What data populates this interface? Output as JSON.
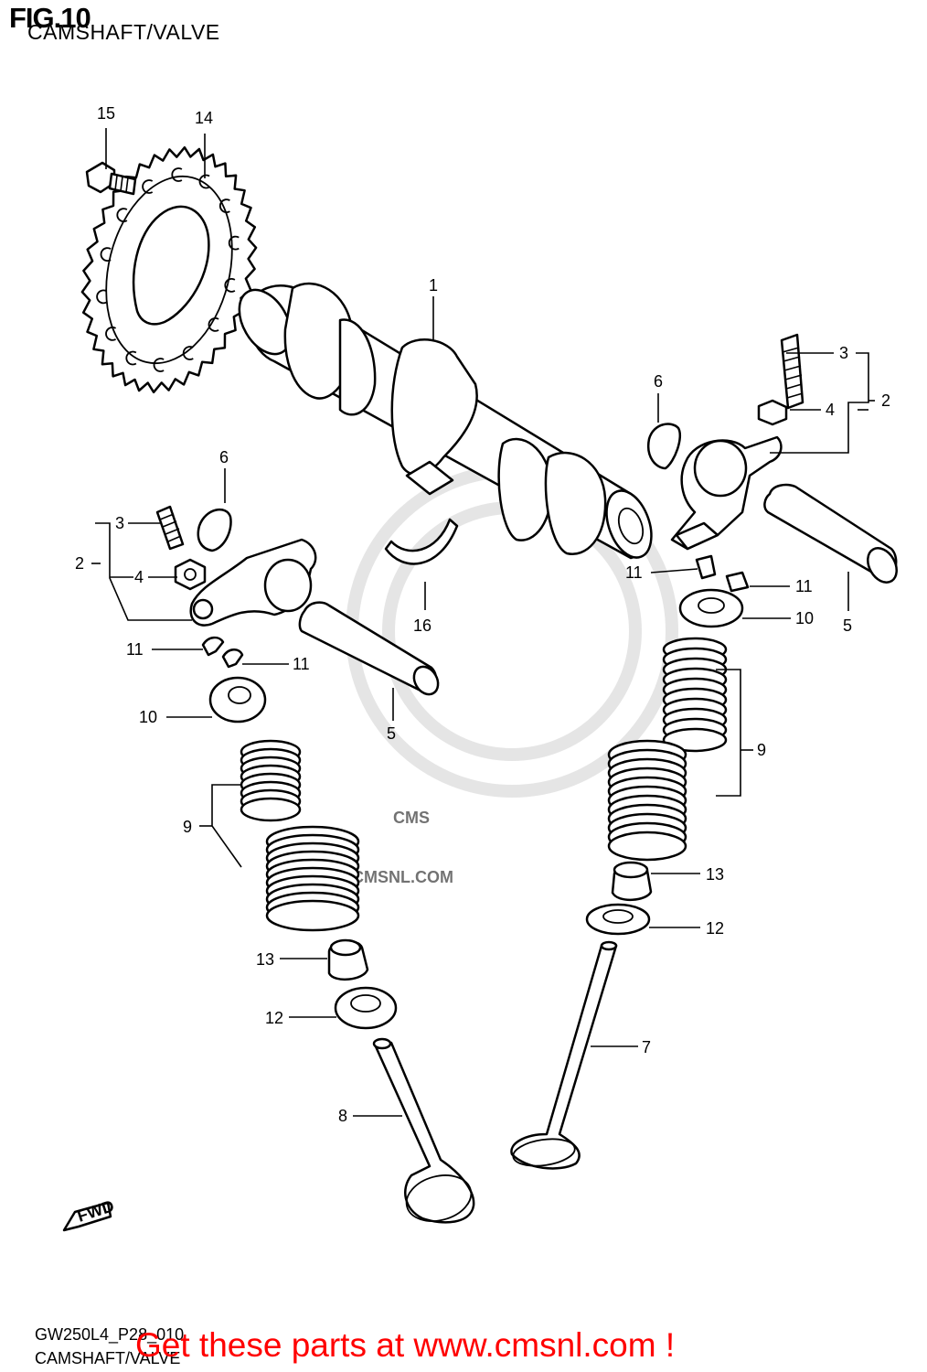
{
  "header": {
    "fig_label": "FIG.10",
    "title": "CAMSHAFT/VALVE"
  },
  "footer": {
    "drawing_code": "GW250L4_P28_010",
    "drawing_name": "CAMSHAFT/VALVE",
    "banner": "Get these parts at www.cmsnl.com !"
  },
  "watermark": {
    "brand": "CMS",
    "site": "WWW.CMSNL.COM"
  },
  "fwd_badge": "FWD",
  "callouts": {
    "c1": "1",
    "c2a": "2",
    "c2b": "2",
    "c3a": "3",
    "c3b": "3",
    "c4a": "4",
    "c4b": "4",
    "c5a": "5",
    "c5b": "5",
    "c6a": "6",
    "c6b": "6",
    "c7": "7",
    "c8": "8",
    "c9a": "9",
    "c9b": "9",
    "c10a": "10",
    "c10b": "10",
    "c11a": "11",
    "c11b": "11",
    "c11c": "11",
    "c11d": "11",
    "c12a": "12",
    "c12b": "12",
    "c13a": "13",
    "c13b": "13",
    "c14": "14",
    "c15": "15",
    "c16": "16"
  }
}
